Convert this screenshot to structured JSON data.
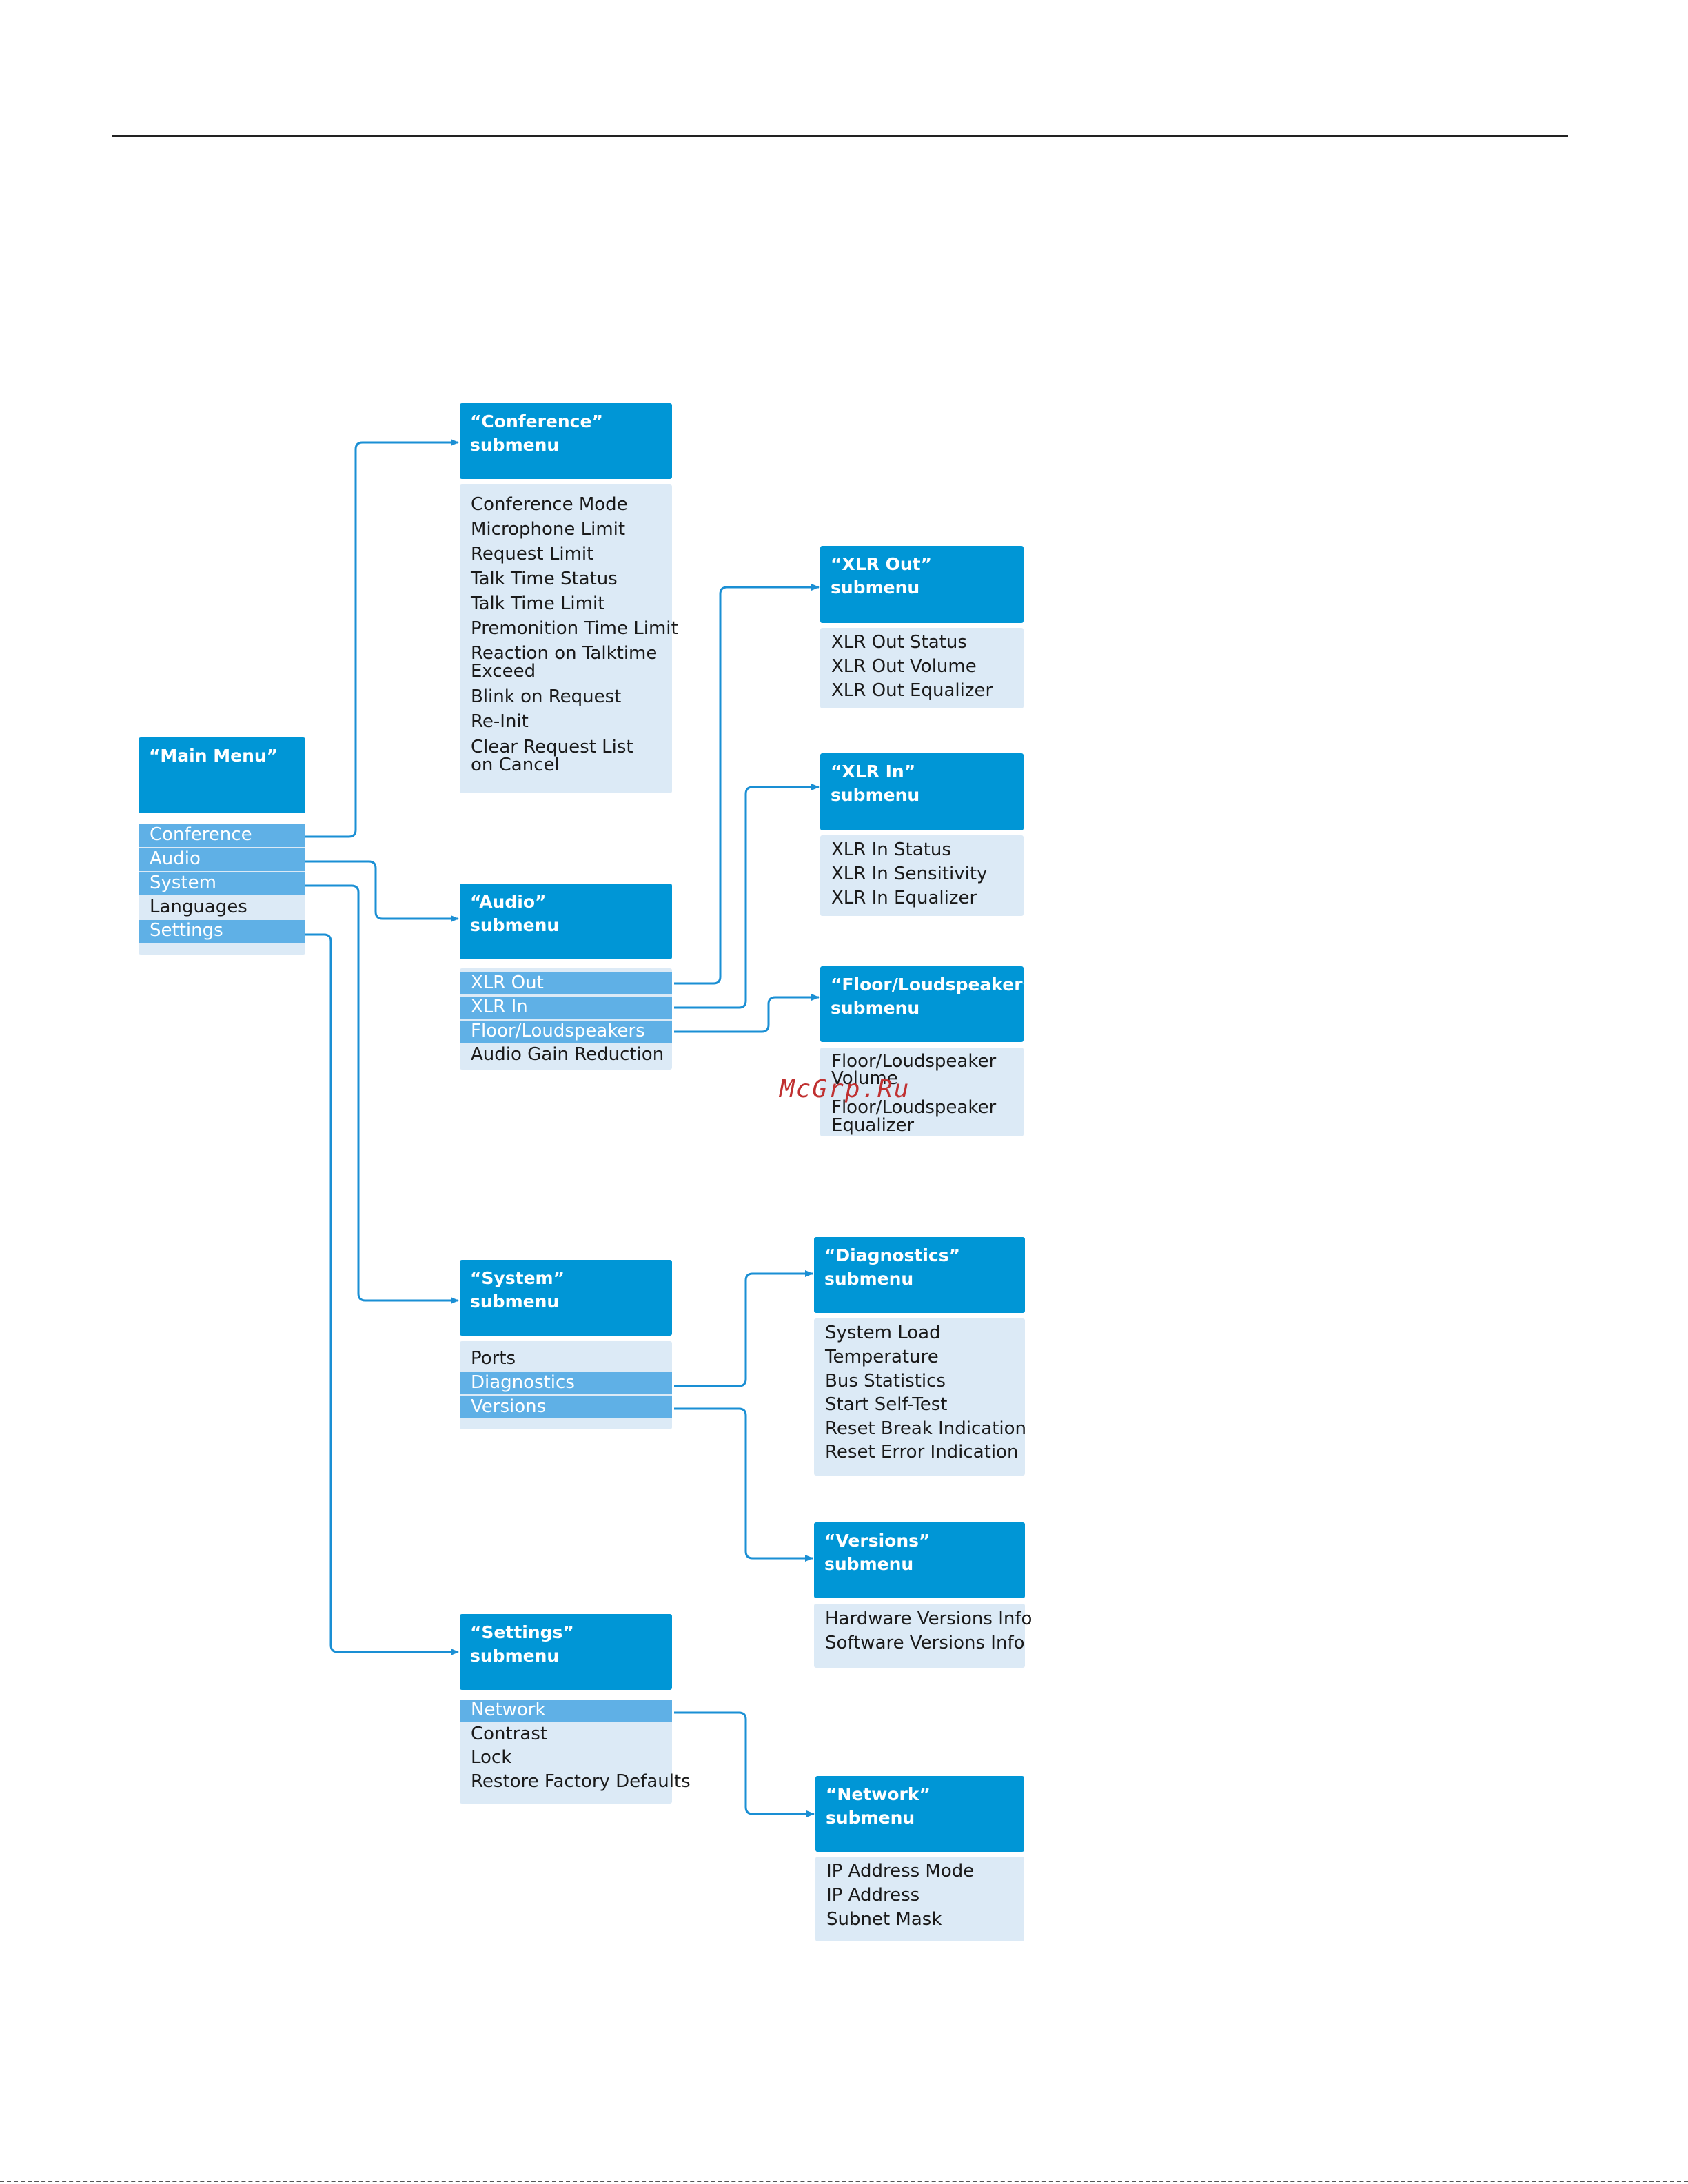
{
  "watermark": "McGrp.Ru",
  "main_menu": {
    "title": "“Main Menu”",
    "items": [
      "Conference",
      "Audio",
      "System",
      "Languages",
      "Settings"
    ]
  },
  "conference": {
    "title_l1": "“Conference”",
    "title_l2": "submenu",
    "items": [
      "Conference Mode",
      "Microphone Limit",
      "Request Limit",
      "Talk Time Status",
      "Talk Time Limit",
      "Premonition Time Limit",
      "Reaction on Talktime",
      "Exceed",
      "Blink on Request",
      "Re-Init",
      "Clear Request List",
      "on Cancel"
    ]
  },
  "audio": {
    "title_l1": "“Audio”",
    "title_l2": "submenu",
    "items": [
      "XLR Out",
      "XLR In",
      "Floor/Loudspeakers",
      "Audio Gain Reduction"
    ]
  },
  "system": {
    "title_l1": "“System”",
    "title_l2": "submenu",
    "items": [
      "Ports",
      "Diagnostics",
      "Versions"
    ]
  },
  "settings": {
    "title_l1": "“Settings”",
    "title_l2": "submenu",
    "items": [
      "Network",
      "Contrast",
      "Lock",
      "Restore Factory Defaults"
    ]
  },
  "xlr_out": {
    "title_l1": "“XLR Out”",
    "title_l2": "submenu",
    "items": [
      "XLR Out Status",
      "XLR Out Volume",
      "XLR Out Equalizer"
    ]
  },
  "xlr_in": {
    "title_l1": "“XLR In”",
    "title_l2": "submenu",
    "items": [
      "XLR In Status",
      "XLR In Sensitivity",
      "XLR In Equalizer"
    ]
  },
  "floor": {
    "title_l1": "“Floor/Loudspeakers”",
    "title_l2": "submenu",
    "items": [
      "Floor/Loudspeaker",
      "Volume",
      "Floor/Loudspeaker",
      "Equalizer"
    ]
  },
  "diagnostics": {
    "title_l1": "“Diagnostics”",
    "title_l2": "submenu",
    "items": [
      "System Load",
      "Temperature",
      "Bus Statistics",
      "Start Self-Test",
      "Reset Break Indication",
      "Reset Error Indication"
    ]
  },
  "versions": {
    "title_l1": "“Versions”",
    "title_l2": "submenu",
    "items": [
      "Hardware Versions Info",
      "Software Versions Info"
    ]
  },
  "network": {
    "title_l1": "“Network”",
    "title_l2": "submenu",
    "items": [
      "IP Address Mode",
      "IP Address",
      "Subnet Mask"
    ]
  },
  "colors": {
    "header": "#0096d6",
    "body": "#dceaf6",
    "highlight": "#5fb0e6",
    "connector": "#1a8fd4"
  }
}
